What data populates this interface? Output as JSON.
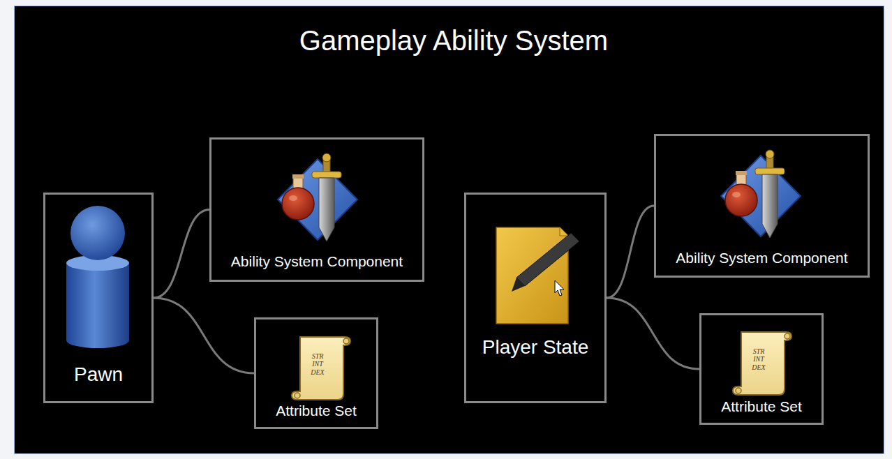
{
  "diagram": {
    "title": "Gameplay Ability System",
    "nodes": [
      {
        "text": [
          "Pawn"
        ]
      },
      {
        "text": [
          "Ability System Component"
        ]
      },
      {
        "text": [
          "Attribute Set"
        ]
      },
      {
        "text": [
          "Player State"
        ]
      },
      {
        "text": [
          "Ability System Component"
        ]
      },
      {
        "text": [
          "Attribute Set"
        ]
      }
    ],
    "edges": [
      {
        "from": 0,
        "to": 1,
        "arrow": "none"
      },
      {
        "from": 0,
        "to": 2,
        "arrow": "none"
      },
      {
        "from": 3,
        "to": 4,
        "arrow": "none"
      },
      {
        "from": 3,
        "to": 5,
        "arrow": "none"
      }
    ],
    "labels": [
      "STR INT DEX",
      "STR INT DEX"
    ]
  }
}
